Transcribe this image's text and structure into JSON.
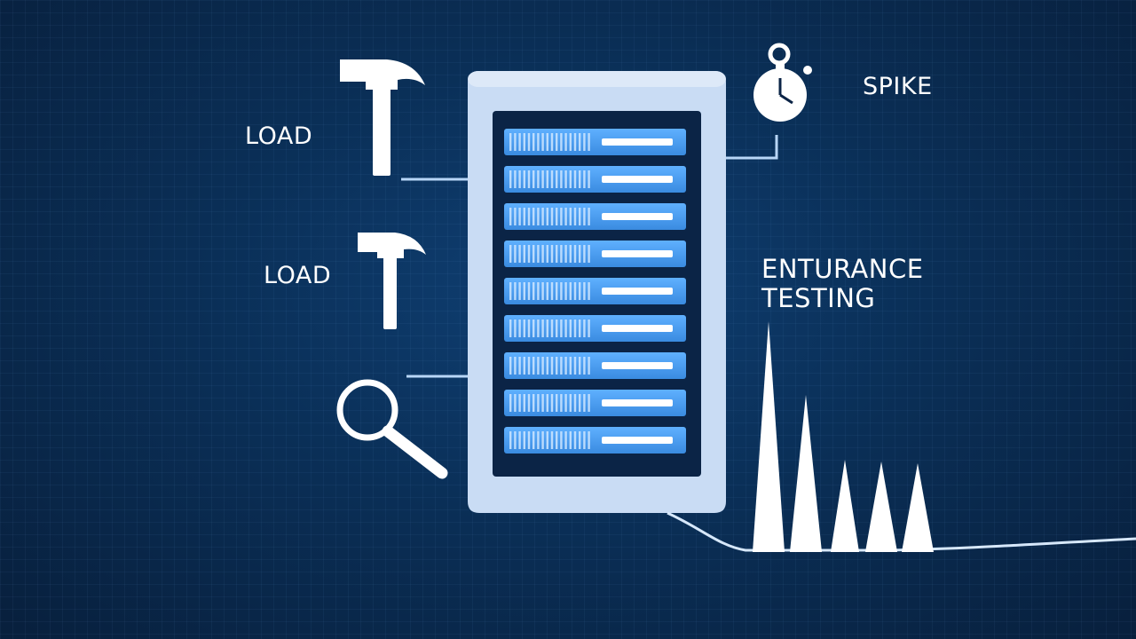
{
  "labels": {
    "load_top": "LOAD",
    "load_mid": "LOAD",
    "spike": "SPIKE",
    "endurance_line1": "ENTURANCE",
    "endurance_line2": "TESTING"
  },
  "server": {
    "unit_count": 9
  },
  "icons": [
    "hammer-icon",
    "hammer-icon",
    "magnifier-icon",
    "stopwatch-icon"
  ],
  "colors": {
    "background": "#0a2f57",
    "server_frame": "#c9dcf4",
    "server_screen": "#0b2446",
    "server_unit": "#4a9ef0",
    "accent_white": "#ffffff"
  }
}
